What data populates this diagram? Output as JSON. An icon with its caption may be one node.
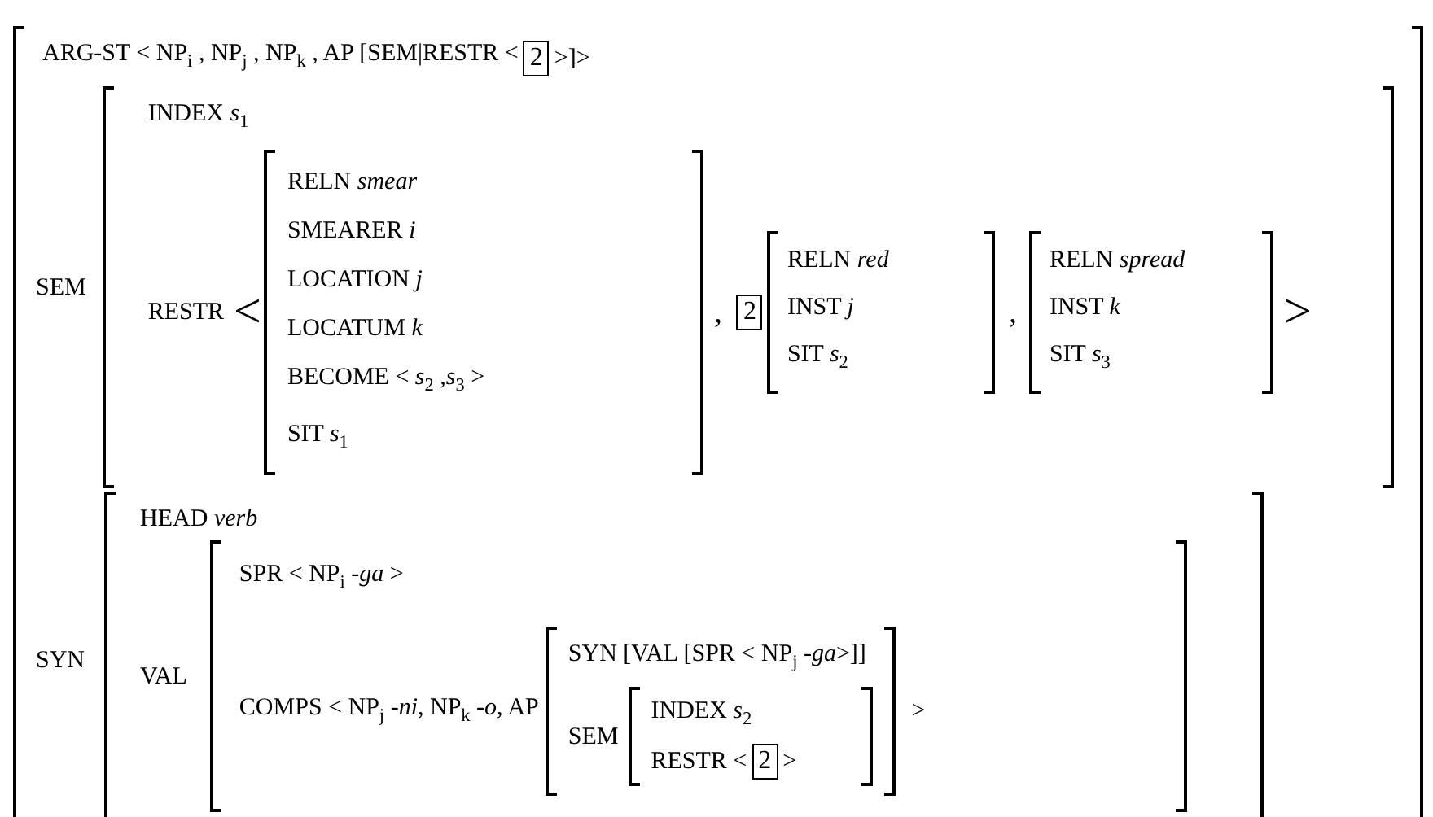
{
  "diagram": {
    "nodes": [
      {
        "text": [
          "ARG-ST < NP$_{i}$ , NP$_{j}$ , NP$_{k}$ , AP [SEM|RESTR <",
          ">]>",
          "SEM",
          "SYN"
        ]
      },
      {
        "text": [
          "2"
        ],
        "in": 0
      },
      {
        "text": [
          "INDEX *s*$_{1}$",
          "RESTR",
          "<",
          ",",
          ",",
          ">"
        ],
        "in": 0
      },
      {
        "text": [
          "RELN *smear*",
          "SMEARER *i*",
          "LOCATION *j*",
          "LOCATUM *k*",
          "BECOME < *s*$_{2}$ ,*s*$_{3}$ >",
          "SIT *s*$_{1}$"
        ],
        "in": 2
      },
      {
        "text": [
          "2"
        ],
        "in": 2
      },
      {
        "text": [
          "RELN *red*",
          "INST *j*",
          "SIT *s*$_{2}$"
        ],
        "in": 2
      },
      {
        "text": [
          "RELN *spread*",
          "INST *k*",
          "SIT *s*$_{3}$"
        ],
        "in": 2
      },
      {
        "text": [
          "HEAD *verb*",
          "VAL"
        ],
        "in": 0
      },
      {
        "text": [
          "SPR < NP$_{i}$ -*ga* >",
          "COMPS < NP$_{j}$ -*ni*, NP$_{k}$ -*o*, AP",
          ">"
        ],
        "in": 7
      },
      {
        "text": [
          "SYN [VAL [SPR < NP$_{j}$ -*ga*>]]",
          "SEM"
        ],
        "in": 8
      },
      {
        "text": [
          "INDEX *s*$_{2}$",
          "RESTR <",
          ">"
        ],
        "in": 9
      },
      {
        "text": [
          "2"
        ],
        "in": 10
      }
    ]
  }
}
